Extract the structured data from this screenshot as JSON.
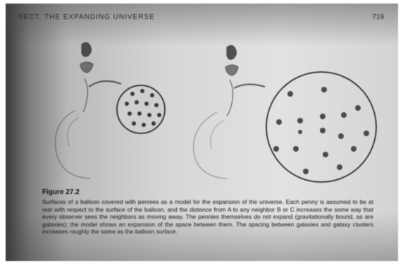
{
  "running_head": "SECT. THE EXPANDING UNIVERSE",
  "page_number": "719",
  "figure": {
    "label": "Figure 27.2",
    "caption": "Surfaces of a balloon covered with pennies as a model for the expansion of the universe. Each penny is assumed to be at rest with respect to the surface of the balloon, and the distance from A to any neighbor B or C increases the same way that every observer sees the neighbors as moving away. The pennies themselves do not expand (gravitationally bound, as are galaxies); the model shows an expansion of the space between them. The spacing between galaxies and galaxy clusters increases roughly the same as the balloon surface."
  }
}
